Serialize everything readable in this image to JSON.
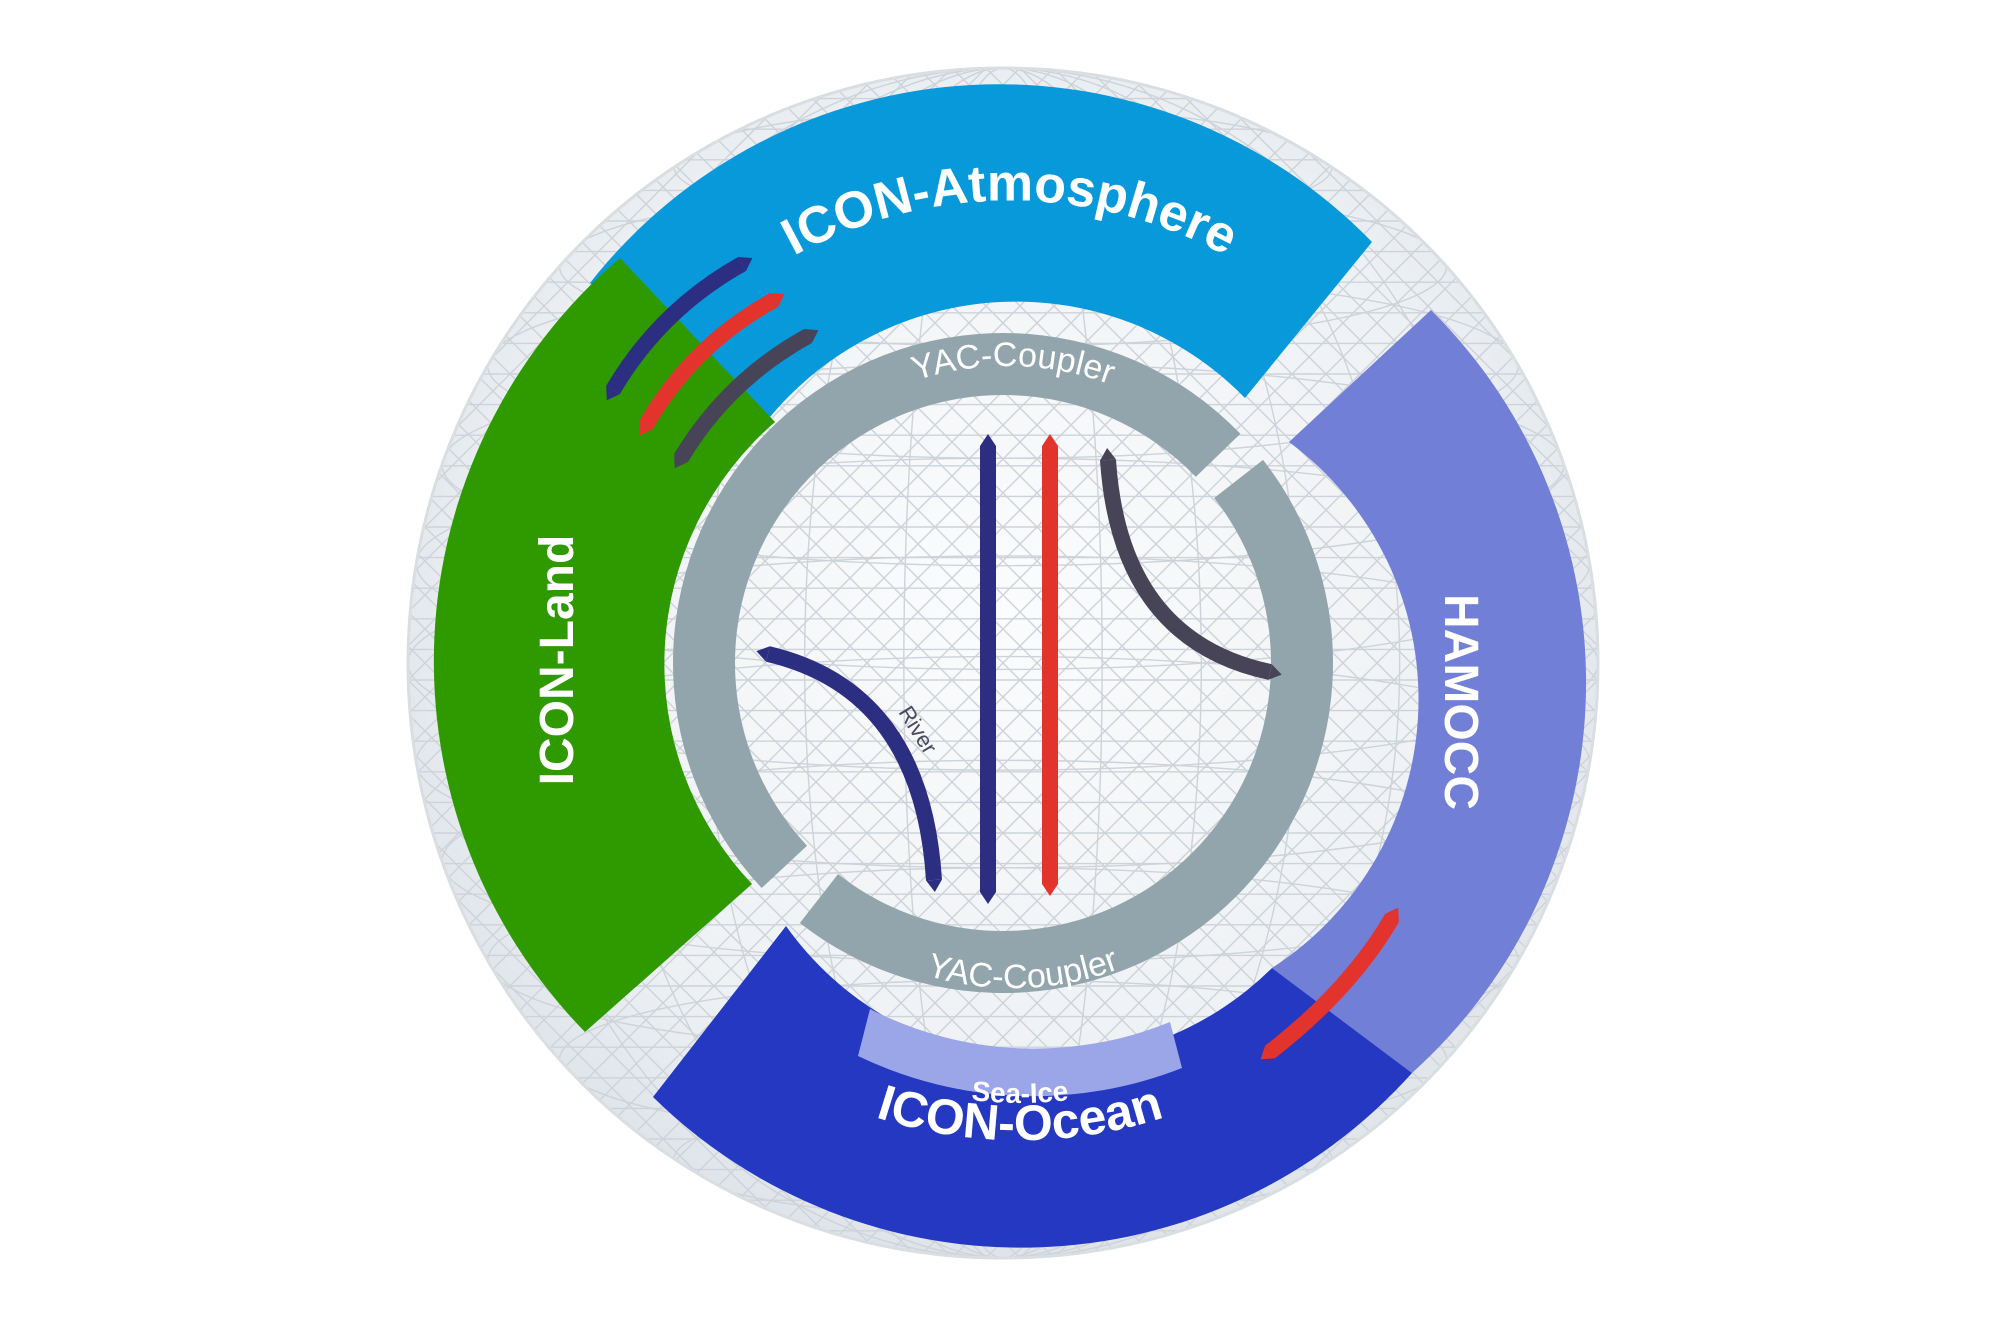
{
  "components": {
    "atmosphere": {
      "label": "ICON-Atmosphere",
      "color": "#0899db"
    },
    "land": {
      "label": "ICON-Land",
      "color": "#2e9a00"
    },
    "hamocc": {
      "label": "HAMOCC",
      "color": "#727fd7"
    },
    "ocean": {
      "label": "ICON-Ocean",
      "color": "#2438c2"
    },
    "sea_ice": {
      "label": "Sea-Ice",
      "color": "#9aa6e8"
    }
  },
  "coupler": {
    "top_label": "YAC-Coupler",
    "bottom_label": "YAC-Coupler",
    "color": "#92a5ad"
  },
  "river": {
    "label": "River"
  },
  "flux_colors": {
    "navy": "#2c2e82",
    "red": "#e2332d",
    "slate": "#474458"
  },
  "background": {
    "sphere_fill": "#eef1f4",
    "grid_line": "#cdd3d9"
  }
}
